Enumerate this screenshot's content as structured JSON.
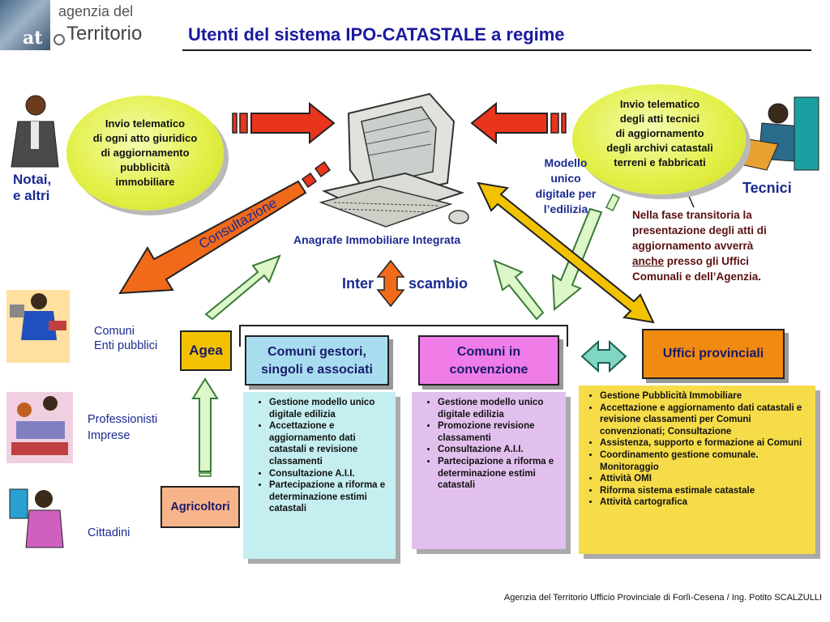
{
  "header": {
    "logo_line1": "agenzia del",
    "logo_line2": "Territorio",
    "logo_mark": "at",
    "title": "Utenti del sistema IPO-CATASTALE a regime"
  },
  "center": {
    "system_label": "Anagrafe Immobiliare Integrata",
    "consultazione_label": "Consultazione",
    "interscambio_left": "Inter",
    "interscambio_right": "scambio",
    "modello_label_lines": [
      "Modello",
      "unico",
      "digitale per",
      "l’edilizia"
    ]
  },
  "left_ellipse": {
    "lines": [
      "Invio telematico",
      "di ogni atto giuridico",
      "di aggiornamento",
      "pubblicità",
      "immobiliare"
    ]
  },
  "right_ellipse": {
    "lines": [
      "Invio telematico",
      "degli atti tecnici",
      "di aggiornamento",
      "degli archivi catastali",
      "terreni e fabbricati"
    ]
  },
  "actors": {
    "notai": [
      "Notai,",
      "e altri"
    ],
    "tecnici": "Tecnici",
    "comuni_enti": [
      "Comuni",
      "Enti pubblici"
    ],
    "professionisti": [
      "Professionisti",
      "Imprese"
    ],
    "cittadini": "Cittadini"
  },
  "transitional_note": {
    "line1": "Nella fase transitoria la",
    "line2": "presentazione degli atti di",
    "line3": "aggiornamento  avverrà",
    "line4_underlined": "anche",
    "line4_rest": " presso gli Uffici",
    "line5": "Comunali e dell’Agenzia."
  },
  "boxes": {
    "agea": "Agea",
    "agricoltori": "Agricoltori",
    "comuni_gestori": [
      "Comuni gestori,",
      "singoli e associati"
    ],
    "comuni_convenzione": [
      "Comuni in",
      "convenzione"
    ],
    "uffici_provinciali": "Uffici provinciali"
  },
  "lists": {
    "comuni_gestori": [
      "Gestione modello unico digitale edilizia",
      "Accettazione e aggiornamento dati catastali e revisione classamenti",
      "Consultazione A.I.I.",
      "Partecipazione a riforma e determinazione estimi catastali"
    ],
    "comuni_convenzione": [
      "Gestione modello unico digitale edilizia",
      "Promozione revisione classamenti",
      "Consultazione A.I.I.",
      "Partecipazione a riforma e determinazione estimi catastali"
    ],
    "uffici_provinciali": [
      "Gestione Pubblicità Immobiliare",
      "Accettazione e aggiornamento dati catastali e revisione classamenti per Comuni convenzionati; Consultazione",
      "Assistenza, supporto e formazione ai Comuni",
      "Coordinamento gestione comunale. Monitoraggio",
      "Attività OMI",
      "Riforma sistema estimale catastale",
      "Attività cartografica"
    ]
  },
  "footer": "Agenzia del Territorio Ufficio Provinciale di Forlì-Cesena / Ing. Potito SCALZULLI",
  "colors": {
    "title": "#1a1aa0",
    "ellipse": "#e3f04a",
    "arrow_red": "#e8351c",
    "arrow_orange": "#f08a10",
    "arrow_green_fill": "#ddf7c8",
    "agea": "#f2c200",
    "agricoltori": "#f7b48a",
    "comuni_gestori": "#a8ddf0",
    "comuni_convenzione": "#f07ce8",
    "uffici_provinciali": "#f08a10",
    "list_cyan": "#c4eef0",
    "list_lilac": "#e2c0ee",
    "list_yellow": "#f5dc48"
  }
}
